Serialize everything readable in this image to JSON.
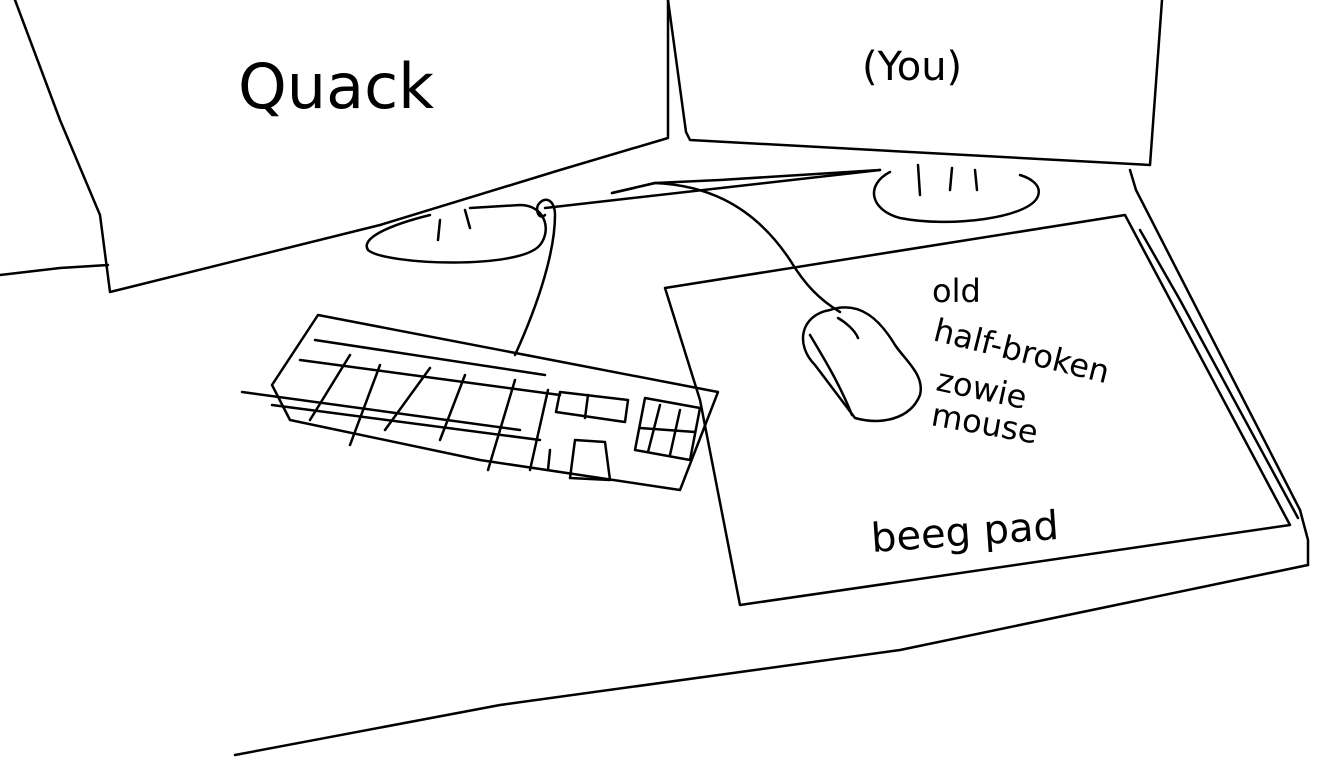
{
  "drawing": {
    "left_monitor_label": "Quack",
    "right_monitor_label": "(You)",
    "mouse_label": [
      "old",
      "half-broken",
      "zowie",
      "mouse"
    ],
    "pad_label": "beeg pad",
    "ink_color": "#000000",
    "paper_color": "#ffffff"
  }
}
